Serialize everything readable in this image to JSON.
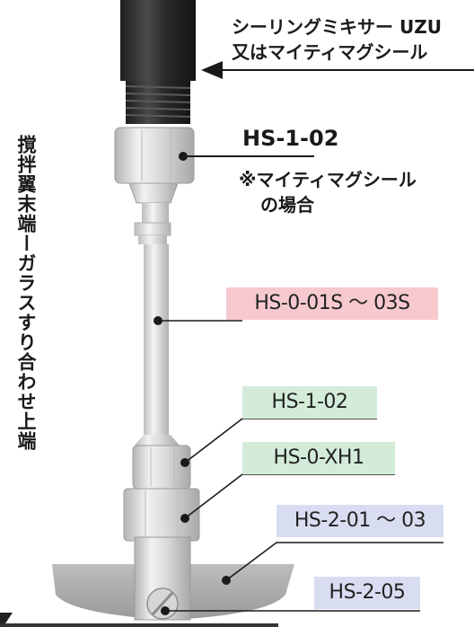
{
  "labels": {
    "mixer_line1": "シーリングミキサー UZU",
    "mixer_line2": "又はマイティマグシール",
    "hs_1_02_top": "HS-1-02",
    "note_line1": "※マイティマグシール",
    "note_line2": "の場合",
    "vertical_caption": "撹拌翼末端ーガラスすり合わせ上端"
  },
  "tags": {
    "shaft": "HS-0-01S ～ 03S",
    "hs_1_02": "HS-1-02",
    "hs_0_xh1": "HS-0-XH1",
    "hs_2_01": "HS-2-01 ～ 03",
    "hs_2_05": "HS-2-05"
  },
  "colors": {
    "pink_tag": "#f6c9cf",
    "green_tag": "#d3ecd9",
    "blue_tag": "#d9ddf1",
    "black_part": "#2b2b2b",
    "metal": "#d9d9d9"
  }
}
